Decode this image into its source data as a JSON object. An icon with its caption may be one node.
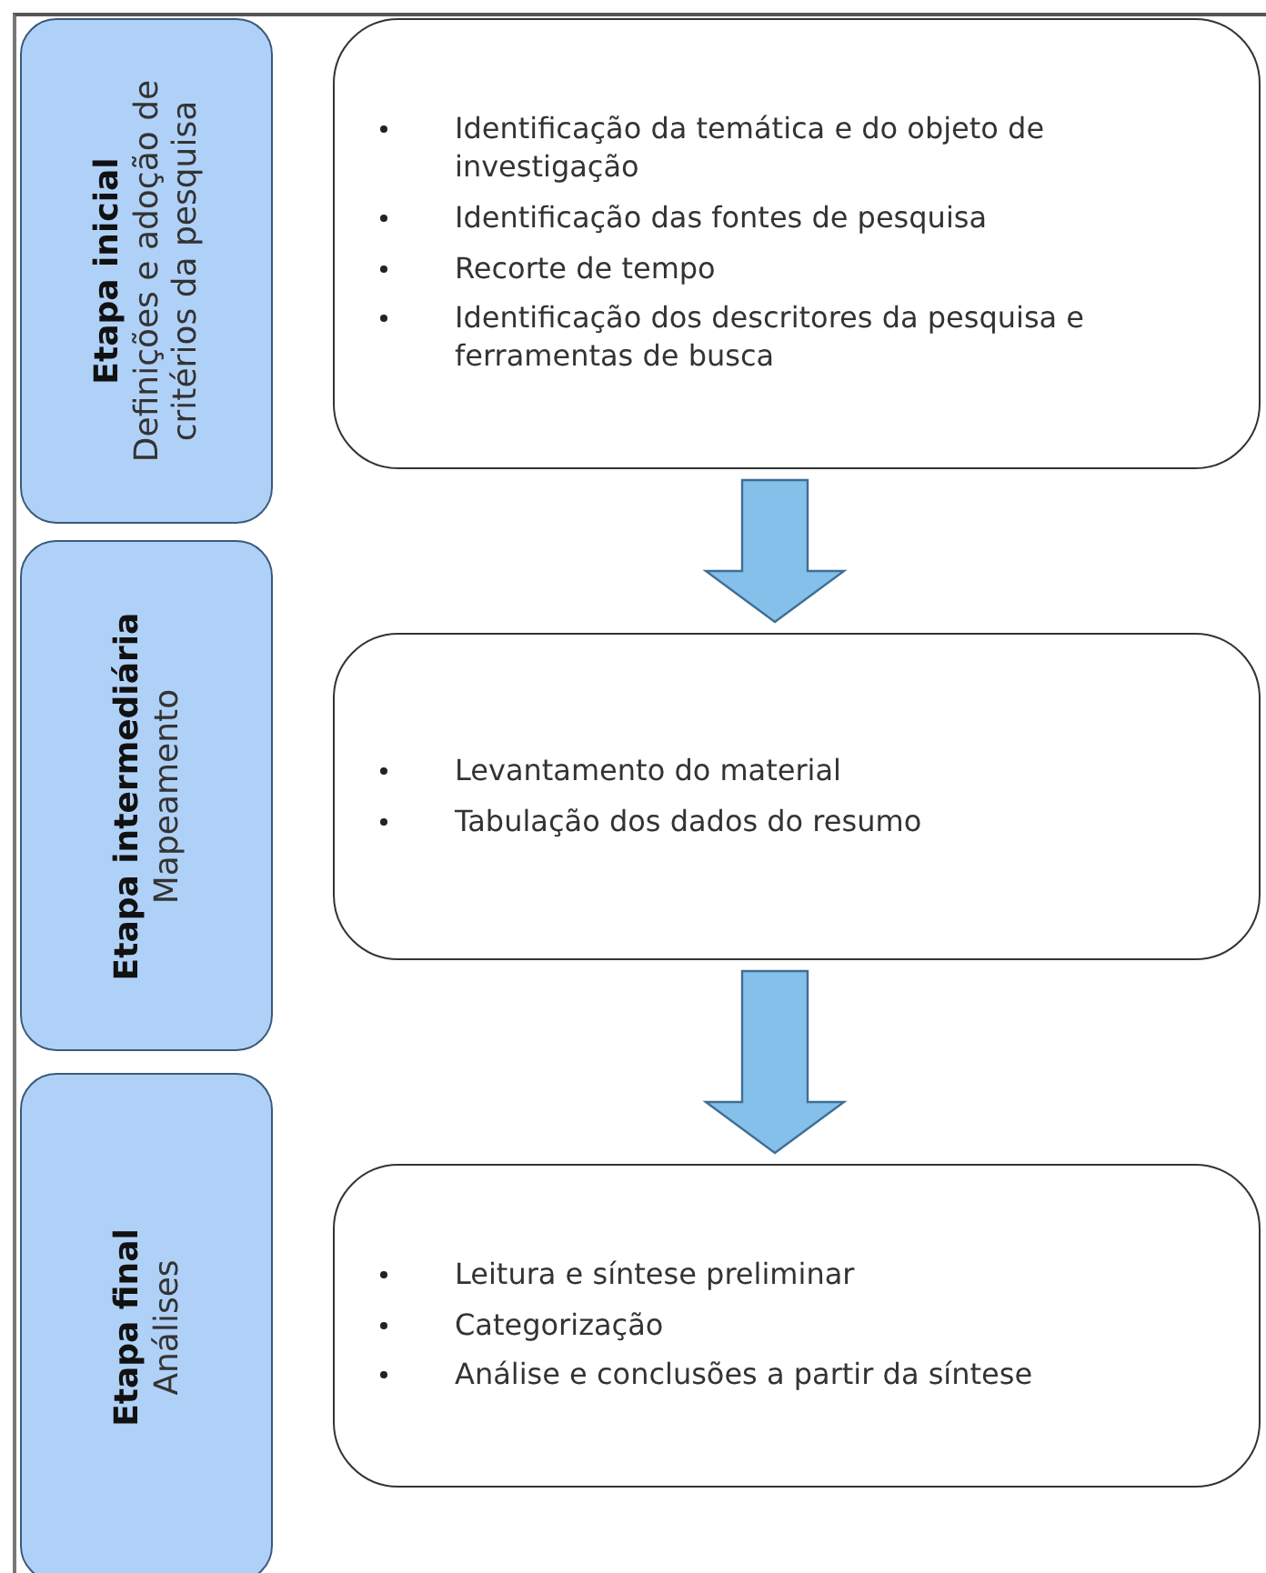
{
  "diagram": {
    "nodes": [
      {
        "text": [
          "Etapa inicial",
          "Definições e adoção de critérios da pesquisa"
        ]
      },
      {
        "text": [
          "Identificação da temática e do objeto de investigação",
          "Identificação das fontes de pesquisa",
          "Recorte de tempo",
          "Identificação dos descritores da pesquisa e ferramentas de busca"
        ]
      },
      {
        "text": [
          "Etapa intermediária",
          "Mapeamento"
        ]
      },
      {
        "text": [
          "Levantamento do material",
          "Tabulação dos dados do resumo"
        ]
      },
      {
        "text": [
          "Etapa final",
          "Análises"
        ]
      },
      {
        "text": [
          "Leitura e síntese preliminar",
          "Categorização",
          "Análise e conclusões a partir da síntese"
        ]
      }
    ],
    "edges": [
      {
        "from": 1,
        "to": 3,
        "arrow": "to"
      },
      {
        "from": 3,
        "to": 5,
        "arrow": "to"
      }
    ]
  }
}
